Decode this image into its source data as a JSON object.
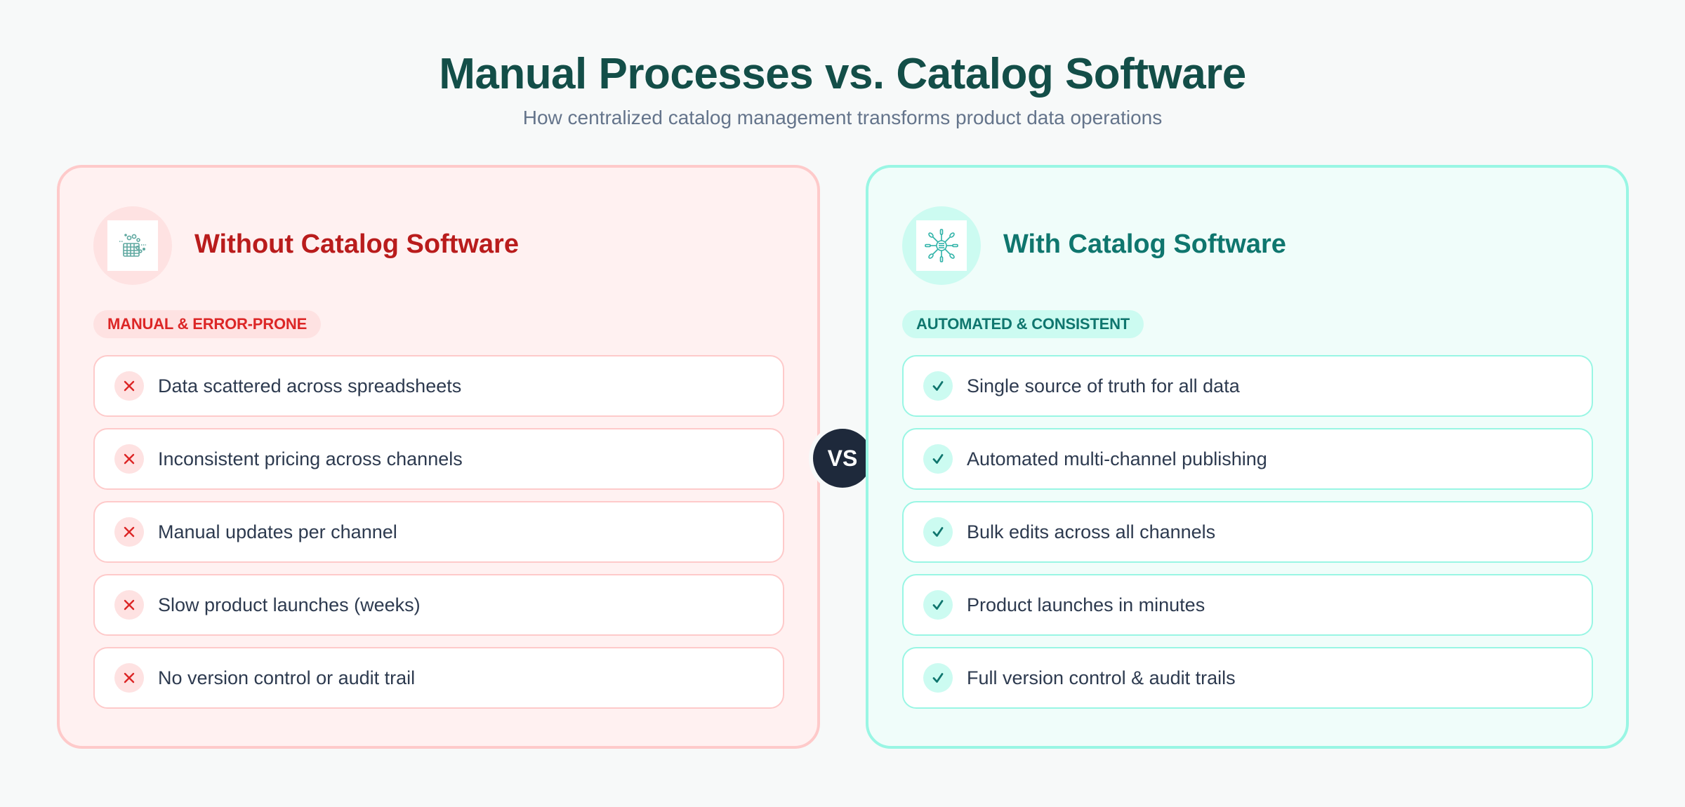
{
  "header": {
    "title": "Manual Processes vs. Catalog Software",
    "subtitle": "How centralized catalog management transforms product data operations"
  },
  "vs_label": "VS",
  "colors": {
    "title": "#134e48",
    "negative_accent": "#dc2626",
    "negative_heading": "#b91c1c",
    "negative_bg": "#fff1f1",
    "negative_border": "#fecaca",
    "positive_accent": "#0f766e",
    "positive_bg": "#f0fdfa",
    "positive_border": "#99f6e4",
    "vs_bg": "#1e293b"
  },
  "panels": {
    "without": {
      "icon": "scattered-spreadsheet-icon",
      "heading": "Without Catalog Software",
      "badge": "MANUAL & ERROR-PRONE",
      "item_icon": "x-icon",
      "items": [
        "Data scattered across spreadsheets",
        "Inconsistent pricing across channels",
        "Manual updates per channel",
        "Slow product launches (weeks)",
        "No version control or audit trail"
      ]
    },
    "with": {
      "icon": "central-hub-network-icon",
      "heading": "With Catalog Software",
      "badge": "AUTOMATED & CONSISTENT",
      "item_icon": "check-icon",
      "items": [
        "Single source of truth for all data",
        "Automated multi-channel publishing",
        "Bulk edits across all channels",
        "Product launches in minutes",
        "Full version control & audit trails"
      ]
    }
  }
}
